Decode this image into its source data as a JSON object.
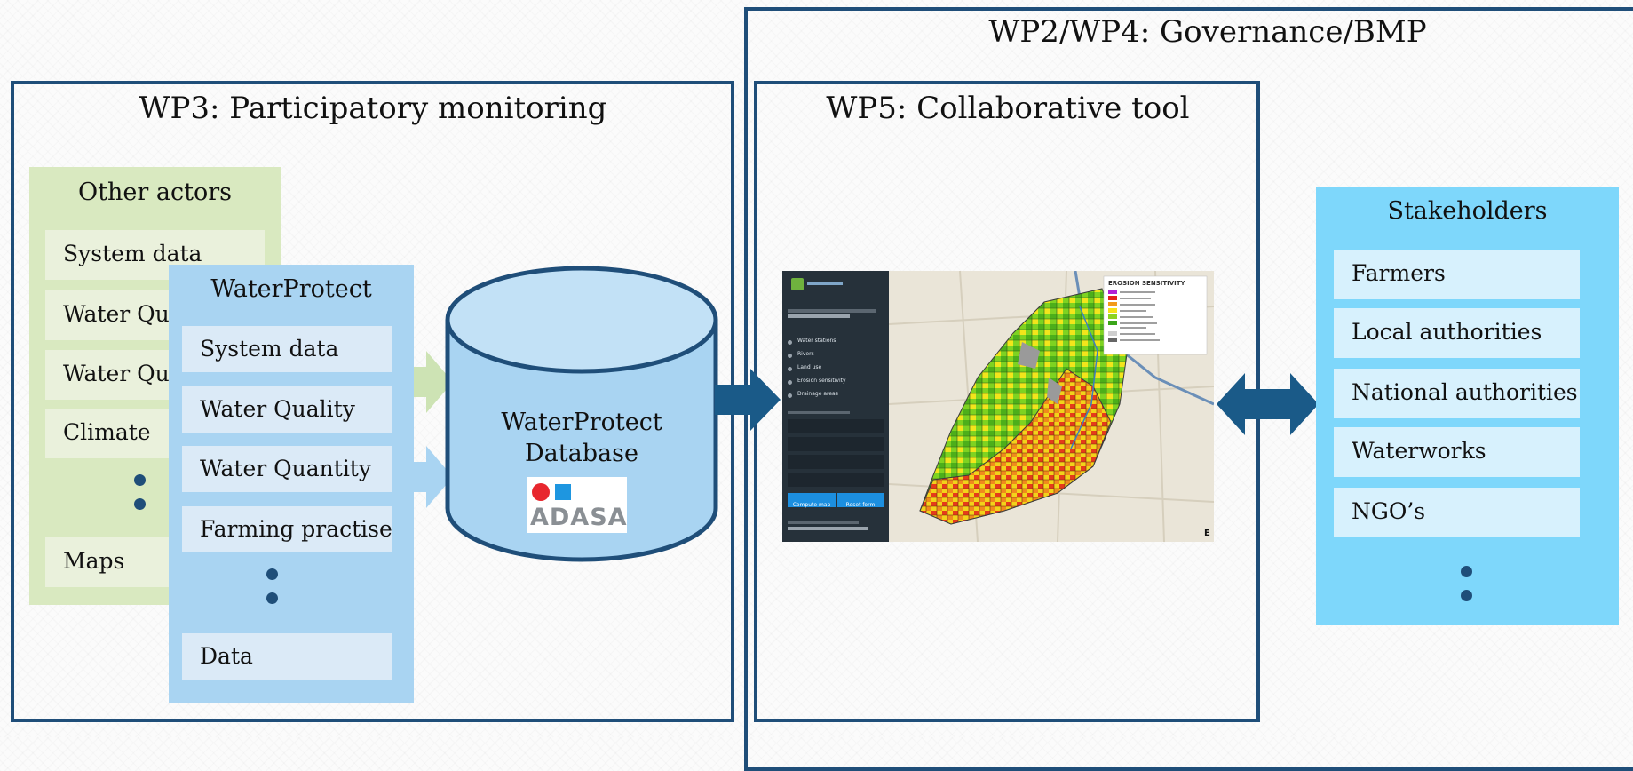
{
  "frames": {
    "governance_title": "WP2/WP4: Governance/BMP",
    "monitoring_title": "WP3: Participatory monitoring",
    "collab_title": "WP5: Collaborative tool"
  },
  "other_actors": {
    "title": "Other actors",
    "items": [
      "System data",
      "Water Qua",
      "Water Qua",
      "Climate",
      "Maps"
    ]
  },
  "waterprotect": {
    "title": "WaterProtect",
    "items": [
      "System data",
      "Water Quality",
      "Water Quantity",
      "Farming practise",
      "Data"
    ]
  },
  "database": {
    "label_line1": "WaterProtect",
    "label_line2": "Database",
    "logo_text": "ADASA"
  },
  "tool": {
    "legend_title": "EROSION SENSITIVITY",
    "buttons": [
      "Compute map",
      "Reset form"
    ],
    "menu_items": [
      "Water stations",
      "Rivers",
      "Land use",
      "Erosion sensitivity",
      "Drainage areas"
    ]
  },
  "stakeholders": {
    "title": "Stakeholders",
    "items": [
      "Farmers",
      "Local authorities",
      "National authorities",
      "Waterworks",
      "NGO’s"
    ]
  },
  "colors": {
    "frame": "#1f4e79",
    "other_actors_bg": "#d9e9c0",
    "waterprotect_bg": "#a9d4f2",
    "stakeholders_bg": "#7ed7fb",
    "arrow": "#1a5a88"
  }
}
